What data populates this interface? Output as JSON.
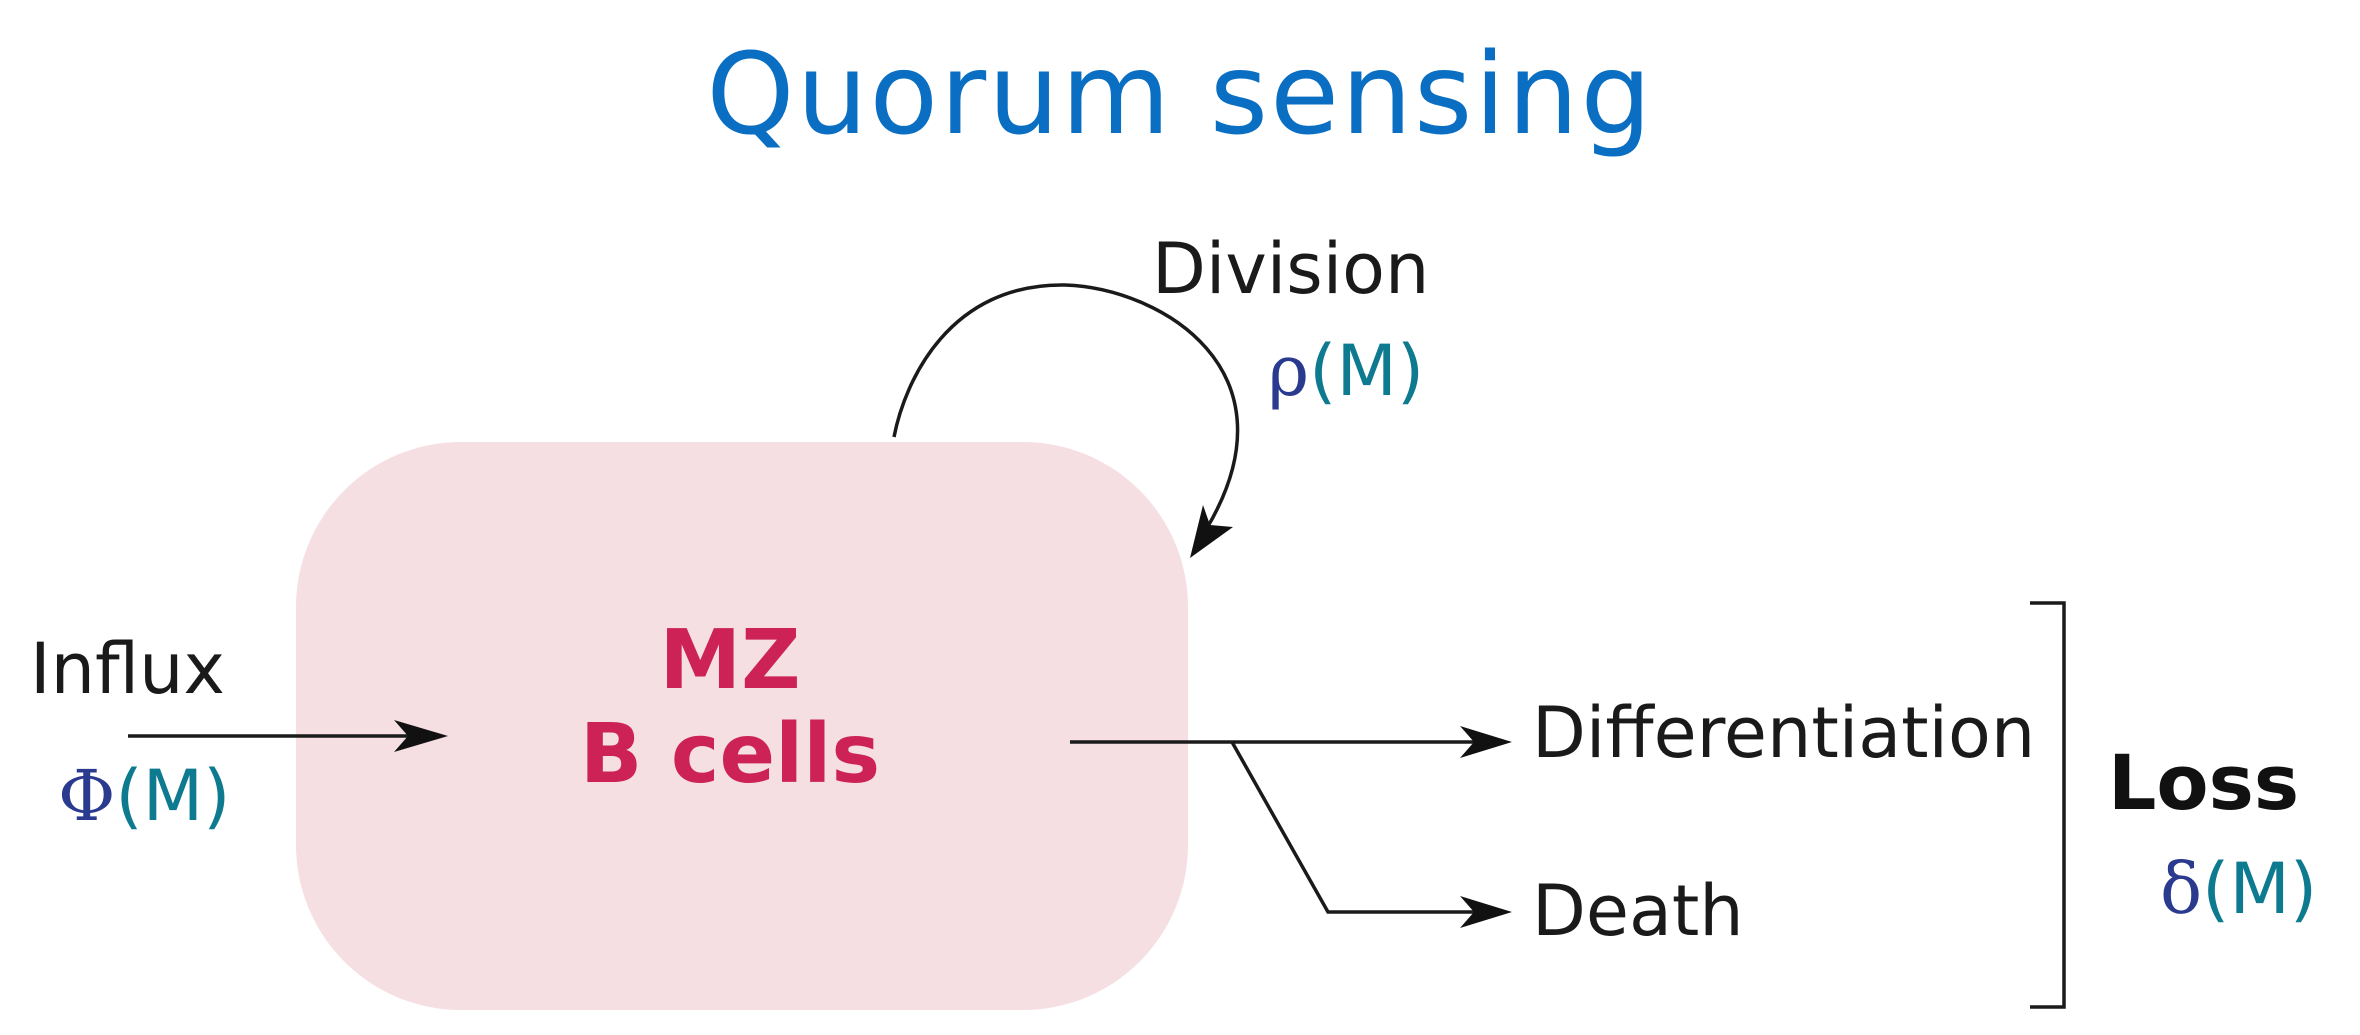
{
  "title": "Quorum sensing",
  "compartment": {
    "line1": "MZ",
    "line2": "B cells"
  },
  "division": {
    "label": "Division",
    "rate_symbol": "ρ",
    "rate_arg": "(M)"
  },
  "influx": {
    "label": "Influx",
    "rate_symbol": "Φ",
    "rate_arg": "(M)"
  },
  "outcomes": {
    "differentiation": "Differentiation",
    "death": "Death"
  },
  "loss": {
    "label": "Loss",
    "rate_symbol": "δ",
    "rate_arg": "(M)"
  },
  "colors": {
    "title": "#0a6fc2",
    "box_fill": "#f5dfe3",
    "compartment_text": "#cc2255",
    "greek": "#2a3a8f",
    "paren": "#0e7a8f"
  }
}
